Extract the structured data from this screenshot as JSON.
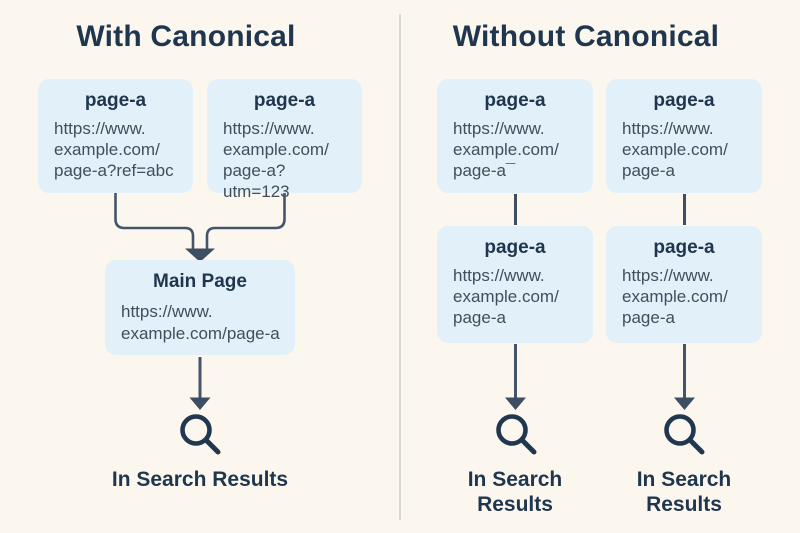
{
  "colors": {
    "background": "#FBF7EE",
    "box_fill": "#E2F0F9",
    "heading_text": "#1F364E",
    "url_text": "#414E5C",
    "arrow": "#44556B",
    "icon_stroke": "#21374F",
    "divider": "#DAD8D2"
  },
  "icons": {
    "search": "magnifying-glass"
  },
  "left_panel": {
    "title": "With Canonical",
    "source_boxes": [
      {
        "label": "page-a",
        "url": "https://www.\nexample.com/\npage-a?ref=abc"
      },
      {
        "label": "page-a",
        "url": "https://www.\nexample.com/\npage-a?utm=123"
      }
    ],
    "main_box": {
      "label": "Main Page",
      "url": "https://www.\nexample.com/page-a"
    },
    "caption": "In Search Results"
  },
  "right_panel": {
    "title": "Without Canonical",
    "columns": [
      {
        "top_box": {
          "label": "page-a",
          "url": "https://www.\nexample.com/\npage-a¯"
        },
        "bottom_box": {
          "label": "page-a",
          "url": "https://www.\nexample.com/\npage-a"
        },
        "caption": "In Search\nResults"
      },
      {
        "top_box": {
          "label": "page-a",
          "url": "https://www.\nexample.com/\npage-a"
        },
        "bottom_box": {
          "label": "page-a",
          "url": "https://www.\nexample.com/\npage-a"
        },
        "caption": "In Search\nResults"
      }
    ]
  }
}
